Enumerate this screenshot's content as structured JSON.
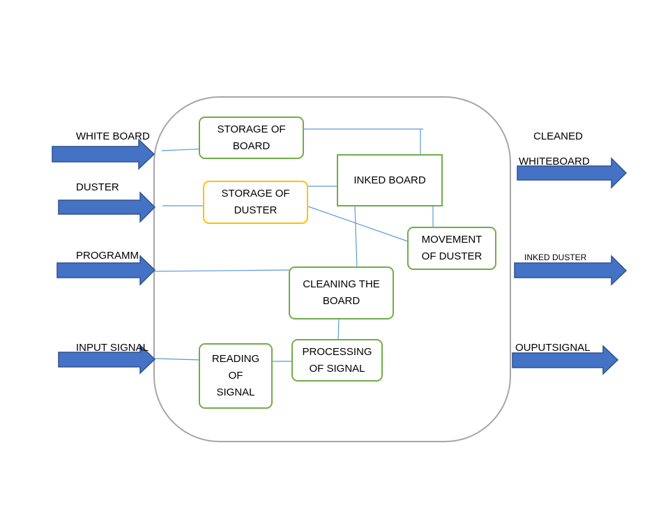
{
  "inputs": {
    "white_board": "WHITE BOARD",
    "duster": "DUSTER",
    "programm": "PROGRAMM",
    "input_signal": "INPUT SIGNAL"
  },
  "outputs": {
    "cleaned_line1": "CLEANED",
    "cleaned_line2": "WHITEBOARD",
    "inked_duster": "INKED DUSTER",
    "output_signal": "OUPUTSIGNAL"
  },
  "blocks": {
    "storage_board": "STORAGE OF\nBOARD",
    "storage_duster": "STORAGE OF\nDUSTER",
    "inked_board": "INKED BOARD",
    "movement_duster": "MOVEMENT\nOF DUSTER",
    "cleaning_board": "CLEANING THE\nBOARD",
    "processing_signal": "PROCESSING\nOF SIGNAL",
    "reading_signal": "READING\nOF\nSIGNAL"
  },
  "colors": {
    "arrow_fill": "#4472c4",
    "arrow_stroke": "#2f528f",
    "connector": "#5b9bd5",
    "block_border_green": "#70ad47",
    "block_border_yellow": "#ffc000",
    "container_border": "#a6a6a6"
  }
}
